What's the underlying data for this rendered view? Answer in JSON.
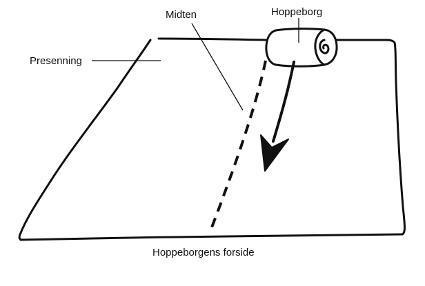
{
  "labels": {
    "tarp": "Presenning",
    "center": "Midten",
    "roll": "Hoppeborg",
    "front": "Hoppeborgens forside"
  },
  "colors": {
    "ink": "#111111",
    "background": "#ffffff"
  },
  "icons": {
    "direction": "arrow-down-icon"
  }
}
